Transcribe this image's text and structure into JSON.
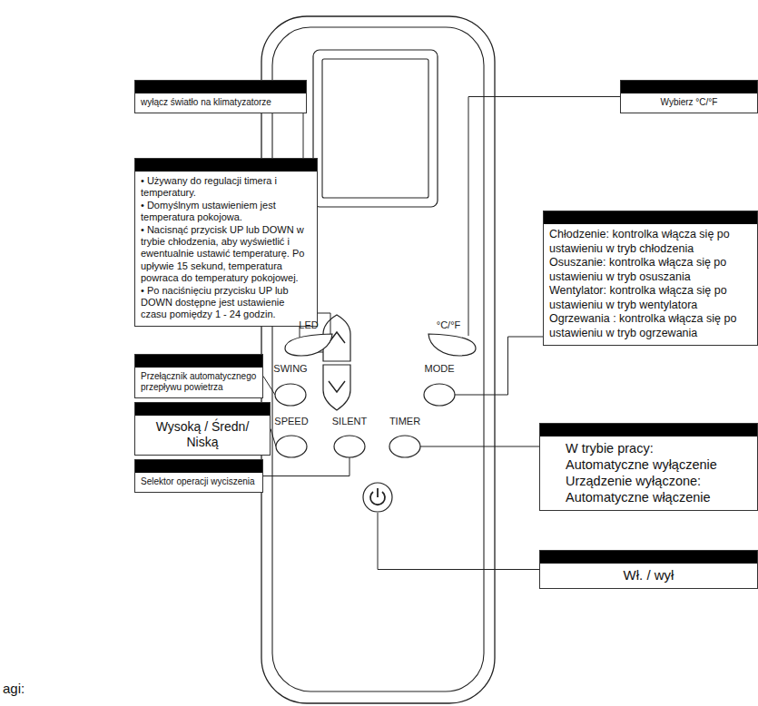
{
  "diagram": {
    "nodes": [
      {
        "text": [
          "wyłącz światło na klimatyzatorze"
        ]
      },
      {
        "text": [
          "Wybierz °C/°F"
        ]
      },
      {
        "text": [
          "• Używany do regulacji timera i temperatury.",
          "• Domyślnym ustawieniem jest temperatura pokojowa.",
          "• Nacisnąć przycisk UP lub DOWN w trybie chłodzenia, aby wyświetlić i ewentualnie ustawić temperaturę. Po upływie 15 sekund, temperatura powraca do temperatury pokojowej.",
          "• Po naciśnięciu przycisku UP lub DOWN dostępne jest ustawienie czasu pomiędzy 1 - 24 godzin."
        ]
      },
      {
        "text": [
          "Chłodzenie: kontrolka włącza się po ustawieniu w tryb chłodzenia",
          "Osuszanie: kontrolka włącza się po ustawieniu w tryb osuszania",
          "Wentylator: kontrolka włącza się po ustawieniu w tryb wentylatora",
          "Ogrzewania : kontrolka włącza się po ustawieniu w tryb ogrzewania"
        ]
      },
      {
        "text": [
          "Przełącznik automatycznego przepływu powietrza"
        ]
      },
      {
        "text": [
          "Wysoką / Średn/ Niską"
        ]
      },
      {
        "text": [
          "W trybie pracy:",
          "Automatyczne wyłączenie",
          "Urządzenie wyłączone:",
          "Automatyczne włączenie"
        ]
      },
      {
        "text": [
          "Selektor operacji wyciszenia"
        ]
      },
      {
        "text": [
          "Wł. / wył"
        ]
      },
      {
        "text": [
          "LED"
        ]
      },
      {
        "text": [
          "°C/°F"
        ]
      },
      {
        "text": [
          "SWING"
        ]
      },
      {
        "text": [
          "MODE"
        ]
      },
      {
        "text": [
          "SPEED"
        ]
      },
      {
        "text": [
          "SILENT"
        ]
      },
      {
        "text": [
          "TIMER"
        ]
      }
    ],
    "edges": [
      {
        "from": 0,
        "to": 9,
        "arrow": "none"
      },
      {
        "from": 1,
        "to": 10,
        "arrow": "none"
      },
      {
        "from": 3,
        "to": 12,
        "arrow": "none"
      },
      {
        "from": 4,
        "to": 11,
        "arrow": "none"
      },
      {
        "from": 5,
        "to": 13,
        "arrow": "none"
      },
      {
        "from": 6,
        "to": 15,
        "arrow": "none"
      },
      {
        "from": 7,
        "to": 14,
        "arrow": "none"
      }
    ],
    "labels": [
      "agi:"
    ]
  }
}
